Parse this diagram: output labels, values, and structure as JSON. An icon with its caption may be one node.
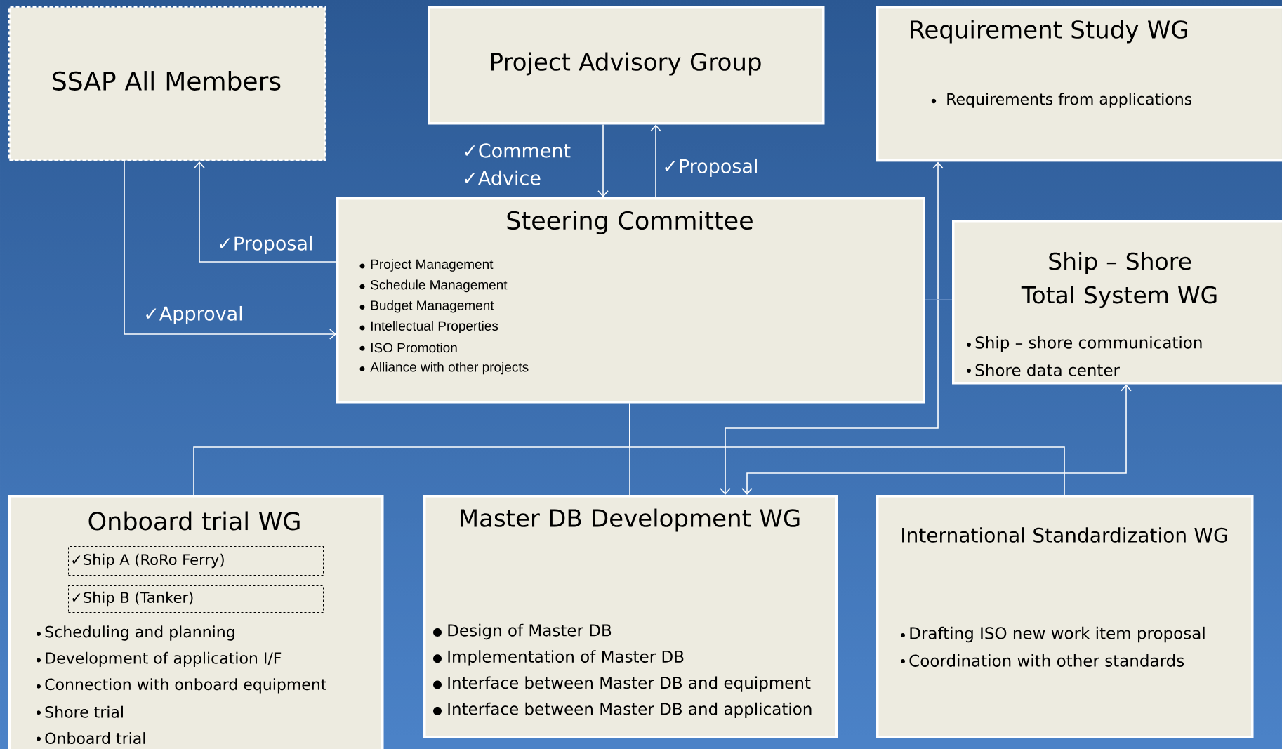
{
  "diagram": {
    "nodes": [
      {
        "text": [
          "SSAP All Members"
        ]
      },
      {
        "text": [
          "Project Advisory Group"
        ]
      },
      {
        "text": [
          "Requirement Study WG",
          "Requirements from applications"
        ]
      },
      {
        "text": [
          "Steering Committee",
          "Project Management",
          "Schedule Management",
          "Budget Management",
          "Intellectual Properties",
          "ISO Promotion",
          "Alliance with other projects"
        ]
      },
      {
        "text": [
          "Ship – Shore Total System WG",
          "Ship – shore communication",
          "Shore data center"
        ]
      },
      {
        "text": [
          "Onboard trial WG",
          "Scheduling and planning",
          "Development of application I/F",
          "Connection with onboard equipment",
          "Shore trial",
          "Onboard trial"
        ]
      },
      {
        "text": [
          "✓Ship A (RoRo Ferry)"
        ],
        "in": 5
      },
      {
        "text": [
          "✓Ship B (Tanker)"
        ],
        "in": 5
      },
      {
        "text": [
          "Master DB Development WG",
          "Design of Master DB",
          "Implementation of Master DB",
          "Interface between Master DB and equipment",
          "Interface between Master DB and application"
        ]
      },
      {
        "text": [
          "International Standardization WG",
          "Drafting ISO new work item proposal",
          "Coordination with other standards"
        ]
      }
    ],
    "edges": [
      {
        "from": 0,
        "to": 3,
        "arrow": "to",
        "label": "✓Approval"
      },
      {
        "from": 3,
        "to": 0,
        "arrow": "to",
        "label": "✓Proposal"
      },
      {
        "from": 1,
        "to": 3,
        "arrow": "to",
        "label": "✓Comment ✓Advice"
      },
      {
        "from": 3,
        "to": 1,
        "arrow": "to",
        "label": "✓Proposal"
      },
      {
        "from": 3,
        "to": 5,
        "arrow": "none"
      },
      {
        "from": 3,
        "to": 8,
        "arrow": "none"
      },
      {
        "from": 3,
        "to": 9,
        "arrow": "none"
      },
      {
        "from": 8,
        "to": 2,
        "arrow": "both"
      },
      {
        "from": 8,
        "to": 4,
        "arrow": "both"
      },
      {
        "from": 3,
        "to": 4,
        "arrow": "none",
        "color": "#6a90c6"
      }
    ]
  }
}
